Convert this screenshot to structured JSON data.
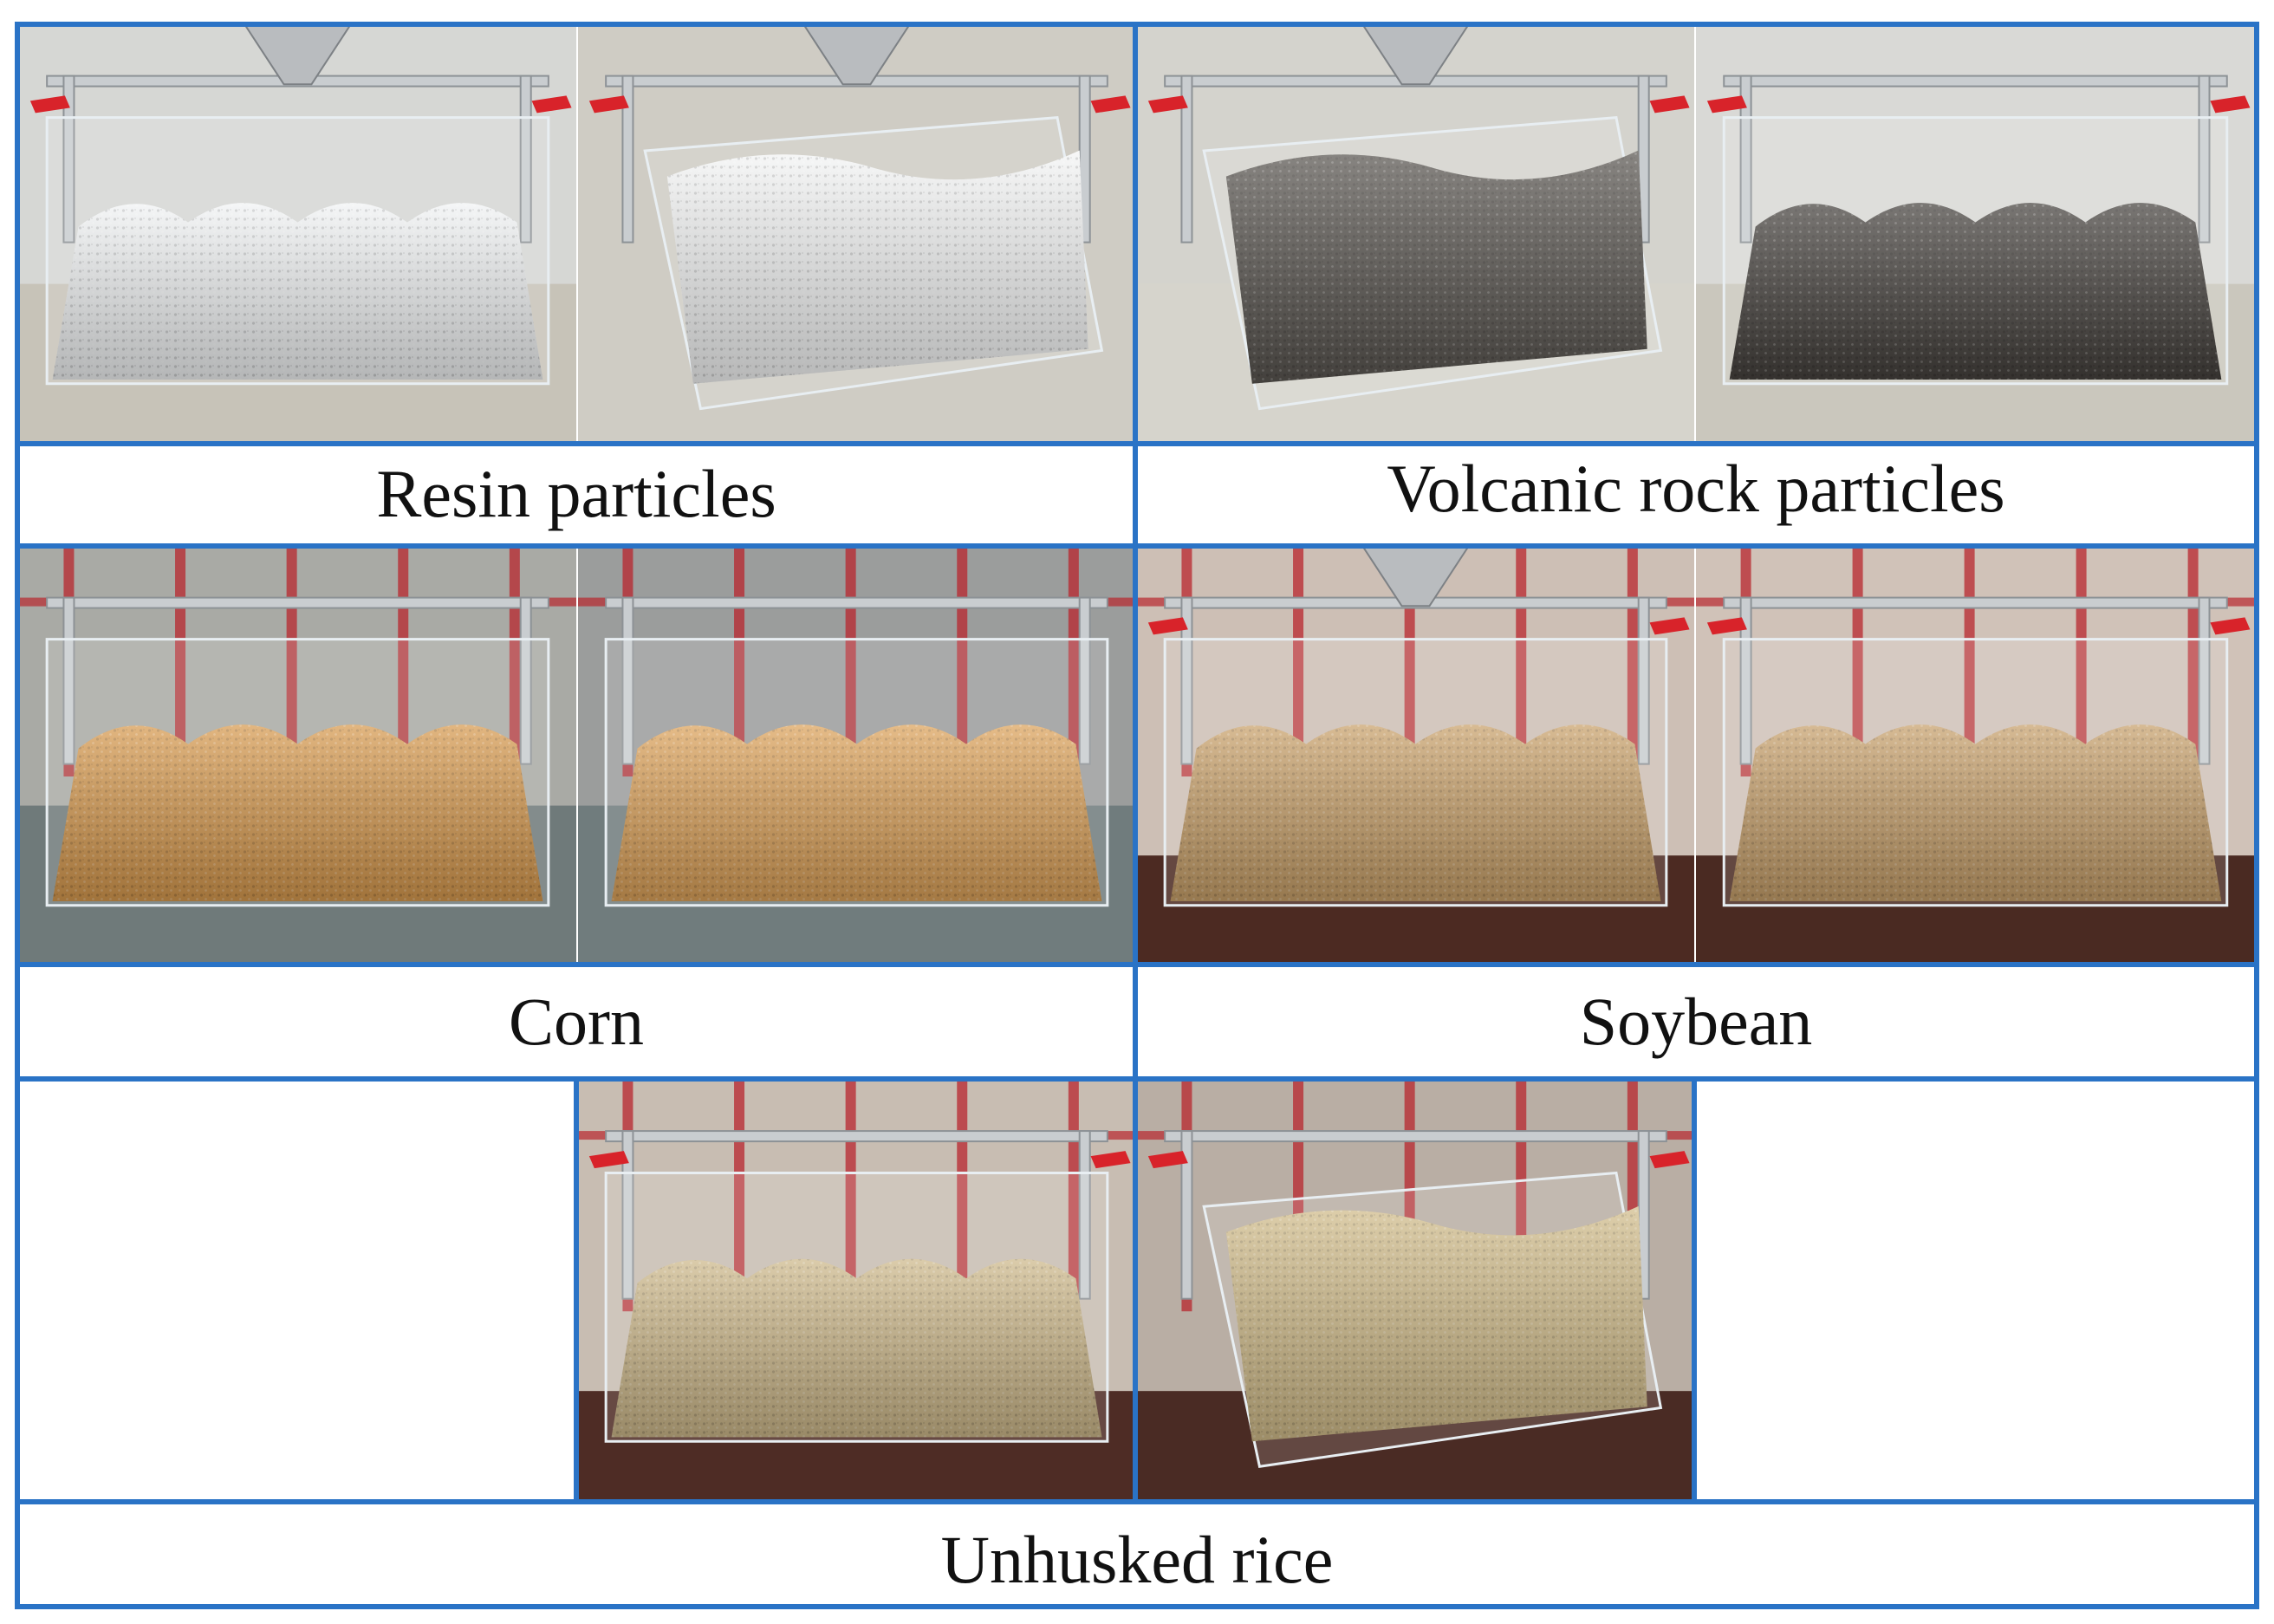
{
  "figure": {
    "border_color": "#2a73c6",
    "captions": {
      "resin": "Resin particles",
      "volcanic": "Volcanic rock particles",
      "corn": "Corn",
      "soybean": "Soybean",
      "rice": "Unhusked rice"
    },
    "panels": [
      {
        "name": "resin-particles-front-photo",
        "material": "resin",
        "scene": "front",
        "pile": "#f1f3f4",
        "bg": "#d6d7d4",
        "floor": "#c7c3b8",
        "bench": false,
        "funnel": true
      },
      {
        "name": "resin-particles-oblique-photo",
        "material": "resin",
        "scene": "oblique",
        "pile": "#f4f5f5",
        "bg": "#cfccc4",
        "floor": "#cfccc4",
        "bench": false,
        "funnel": true
      },
      {
        "name": "volcanic-rock-oblique-photo",
        "material": "volcanic",
        "scene": "oblique",
        "pile": "#5a5651",
        "bg": "#d4d3cd",
        "floor": "#d6d4cc",
        "bench": false,
        "funnel": true
      },
      {
        "name": "volcanic-rock-front-photo",
        "material": "volcanic",
        "scene": "front",
        "pile": "#46423e",
        "bg": "#d9d9d6",
        "floor": "#cac7bd",
        "bench": false,
        "funnel": false
      },
      {
        "name": "corn-front-photo",
        "material": "corn",
        "scene": "front",
        "pile": "#d79a4f",
        "bg": "#a9aaa5",
        "floor": "#6f7a7a",
        "bench": false,
        "funnel": false
      },
      {
        "name": "corn-oblique-photo",
        "material": "corn",
        "scene": "front",
        "pile": "#dca25a",
        "bg": "#9b9d9c",
        "floor": "#707c7d",
        "bench": false,
        "funnel": false
      },
      {
        "name": "soybean-front-photo",
        "material": "soybean",
        "scene": "front",
        "pile": "#c9a16a",
        "bg": "#cdbfb5",
        "floor": "#4c2a22",
        "bench": true,
        "funnel": true
      },
      {
        "name": "soybean-oblique-photo",
        "material": "soybean",
        "scene": "front",
        "pile": "#c7a06b",
        "bg": "#d0c2b8",
        "floor": "#4a2a22",
        "bench": true,
        "funnel": false
      },
      {
        "name": "unhusked-rice-front-photo",
        "material": "rice",
        "scene": "front",
        "pile": "#cdb88a",
        "bg": "#c8bdb2",
        "floor": "#4e2c25",
        "bench": true,
        "funnel": false
      },
      {
        "name": "unhusked-rice-oblique-photo",
        "material": "rice",
        "scene": "oblique",
        "pile": "#d1bc8a",
        "bg": "#b9aea4",
        "floor": "#4a2b24",
        "bench": true,
        "funnel": false
      }
    ]
  }
}
